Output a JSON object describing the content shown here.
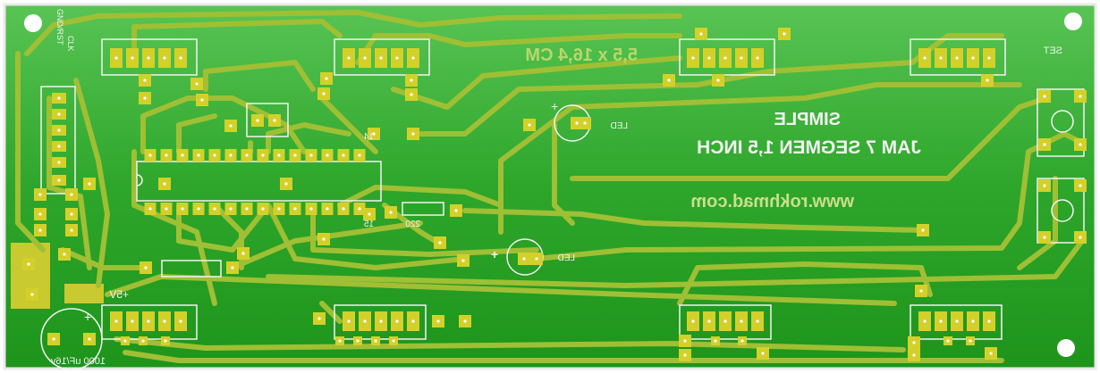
{
  "board": {
    "colors": {
      "substrate": "#1f9a1c",
      "substrate_light": "#45b843",
      "copper": "#9fbf35",
      "pad": "#d4d02a",
      "silk": "#f2f2f2",
      "hole": "#ffffff",
      "edge": "#e9e9e9"
    },
    "labels": {
      "size_cm": "5,5 x 16,4 CM",
      "title_line1": "SIMPLE",
      "title_line2": "JAM 7 SEGMEN 1,5 INCH",
      "website": "www.rokhmad.com",
      "led_top": "LED",
      "led_bottom": "LED",
      "resistor": "220",
      "pin14": "14",
      "pin15": "15",
      "plus_top": "+",
      "plus_bottom": "+",
      "cap_plus": "+",
      "plus5v": "+5V",
      "capacitor": "1000 uF/16v",
      "set": "SET",
      "vert_label": "GND/RST",
      "vert_label2": "CLK"
    }
  }
}
